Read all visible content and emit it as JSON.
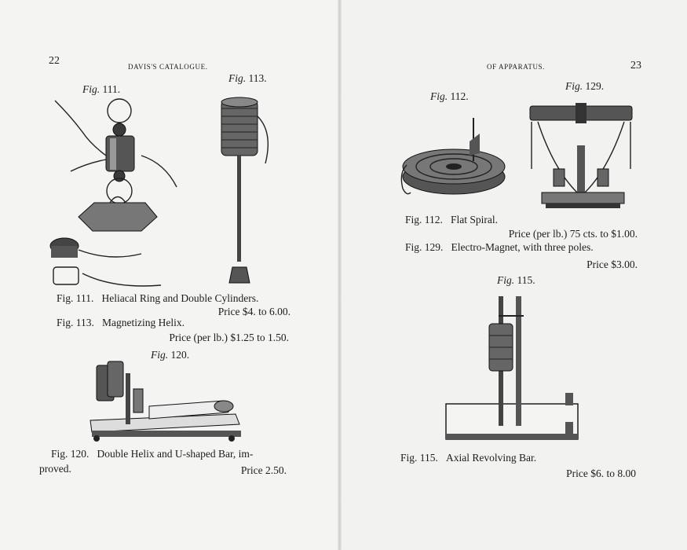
{
  "left_page": {
    "page_number": "22",
    "running_head": "DAVIS'S CATALOGUE.",
    "figures": [
      {
        "label_prefix": "Fig.",
        "label_number": "111.",
        "icon": "heliacal-ring-illustration"
      },
      {
        "label_prefix": "Fig.",
        "label_number": "113.",
        "icon": "magnetizing-helix-illustration"
      },
      {
        "label_prefix": "Fig.",
        "label_number": "120.",
        "icon": "double-helix-illustration"
      }
    ],
    "entries": [
      {
        "fig": "Fig. 111.",
        "title": "Heliacal Ring and Double Cylinders.",
        "price": "Price $4. to 6.00."
      },
      {
        "fig": "Fig. 113.",
        "title": "Magnetizing Helix.",
        "price": "Price (per lb.) $1.25 to 1.50."
      },
      {
        "fig": "Fig. 120.",
        "title": "Double Helix and U-shaped Bar, im-",
        "title_cont": "proved.",
        "price": "Price 2.50."
      }
    ]
  },
  "right_page": {
    "page_number": "23",
    "running_head": "OF APPARATUS.",
    "figures": [
      {
        "label_prefix": "Fig.",
        "label_number": "112.",
        "icon": "flat-spiral-illustration"
      },
      {
        "label_prefix": "Fig.",
        "label_number": "129.",
        "icon": "electro-magnet-illustration"
      },
      {
        "label_prefix": "Fig.",
        "label_number": "115.",
        "icon": "axial-revolving-bar-illustration"
      }
    ],
    "entries": [
      {
        "fig": "Fig. 112.",
        "title": "Flat Spiral.",
        "price": "Price (per lb.) 75 cts. to $1.00."
      },
      {
        "fig": "Fig. 129.",
        "title": "Electro-Magnet, with three poles.",
        "price": "Price $3.00."
      },
      {
        "fig": "Fig. 115.",
        "title": "Axial Revolving Bar.",
        "price": "Price $6. to 8.00"
      }
    ]
  }
}
